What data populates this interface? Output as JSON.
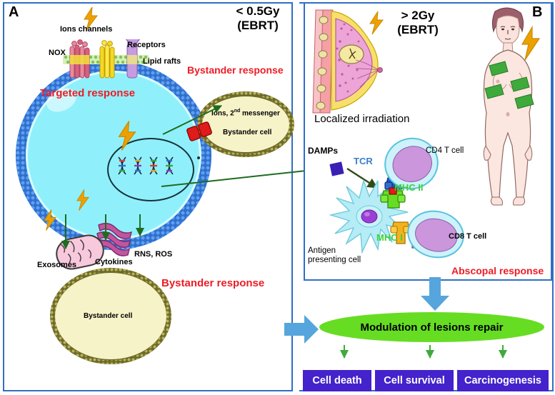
{
  "figure": {
    "panels": [
      {
        "id": "A",
        "label": "A"
      },
      {
        "id": "B",
        "label": "B"
      }
    ]
  },
  "panel_a": {
    "label": "A",
    "dose_line1": "< 0.5Gy",
    "dose_line2": "(EBRT)",
    "labels": {
      "ions_channels": "Ions channels",
      "nox": "NOX",
      "receptors": "Receptors",
      "lipid_rafts": "Lipid rafts",
      "targeted_response": "Targeted response",
      "bystander_response_top": "Bystander response",
      "bystander_response_bottom": "Bystander response",
      "ions_messenger": "Ions, 2nd messenger",
      "ions_messenger_sup": "nd",
      "ions_messenger_pre": "Ions, 2",
      "ions_messenger_post": " messenger",
      "bystander_cell_top": "Bystander cell",
      "bystander_cell_bottom": "Bystander cell",
      "exosomes": "Exosomes",
      "cytokines": "Cytokines",
      "rns_ros": "RNS, ROS"
    }
  },
  "panel_b": {
    "label": "B",
    "dose_line1": "> 2Gy",
    "dose_line2": "(EBRT)",
    "labels": {
      "localized_irradiation": "Localized irradiation",
      "damps": "DAMPs",
      "tcr": "TCR",
      "mhc2": "MHC II",
      "mhc1": "MHC I",
      "cd4": "CD4 T cell",
      "cd8": "CD8 T cell",
      "apc_line1": "Antigen",
      "apc_line2": "presenting cell",
      "abscopal_response": "Abscopal response"
    }
  },
  "outcome": {
    "modulation": "Modulation of lesions repair",
    "boxes": [
      {
        "label": "Cell death"
      },
      {
        "label": "Cell survival"
      },
      {
        "label": "Carcinogenesis"
      }
    ]
  },
  "colors": {
    "panel_border": "#2f6fc4",
    "red_text": "#ee1c25",
    "bolt": "#eda100",
    "membrane_blue": "#2f6fd0",
    "cytosol": "#8ff0fb",
    "bystander_fill": "#f7f3c8",
    "green_oval": "#66dd22",
    "purple_box": "#4422cc",
    "blue_arrow": "#56a5dd",
    "green_arrow": "#1f6b1f",
    "damp_purple": "#3a1fb5",
    "tcr_blue": "#3b7ec9",
    "mhc_green": "#3bd23b"
  }
}
